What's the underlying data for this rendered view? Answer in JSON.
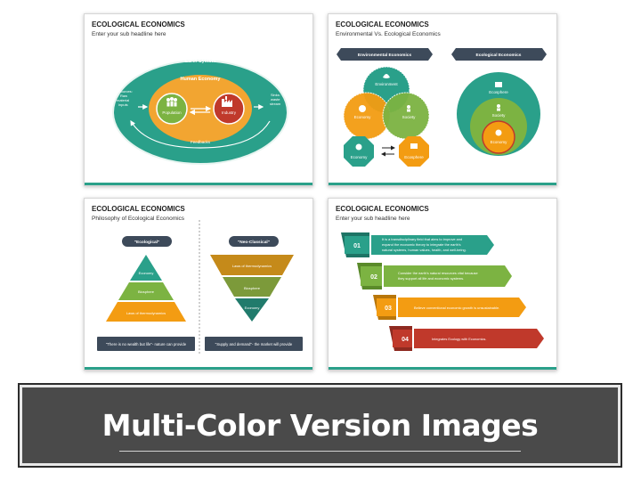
{
  "slides": [
    {
      "title": "ECOLOGICAL ECONOMICS",
      "subtitle": "Enter your sub headline here",
      "earth_system": "Earth System",
      "human_economy": "Human Economy",
      "population": "Population",
      "industry": "Industry",
      "sources": "Sources: Raw material inputs",
      "sinks": "Sinks: waste stream",
      "feedbacks": "Feedbacks"
    },
    {
      "title": "ECOLOGICAL ECONOMICS",
      "subtitle": "Environmental Vs. Ecological Economics",
      "left_header": "Environmental Economics",
      "right_header": "Ecological Economics",
      "environment": "Environment",
      "economy": "Economy",
      "society": "Society",
      "ecosphere": "Ecosphere",
      "colors": {
        "teal": "#2aa08a",
        "green": "#7cb342",
        "orange": "#f39c12",
        "dark": "#3d4a5a"
      }
    },
    {
      "title": "ECOLOGICAL ECONOMICS",
      "subtitle": "Philosophy of Ecological Economics",
      "left_header": "\"Ecological\"",
      "right_header": "\"Neo-Classical\"",
      "economy": "Economy",
      "biosphere": "Biosphere",
      "laws": "Laws of thermodynamics",
      "left_quote": "\"There is no wealth but life\"- nature can provide",
      "right_quote": "\"Supply and demand\"- the market will provide"
    },
    {
      "title": "ECOLOGICAL ECONOMICS",
      "subtitle": "Enter your sub headline here",
      "items": [
        {
          "num": "01",
          "text": "It is a transdisciplinary field that aims to improve and expand the economic theory to integrate the earth's natural systems, human values, health, and well-being."
        },
        {
          "num": "02",
          "text": "Consider the earth's natural resources vital because they support all life and economic systems."
        },
        {
          "num": "03",
          "text": "Believe conventional economic growth is unsustainable."
        },
        {
          "num": "04",
          "text": "Integrates Ecology with Economics."
        }
      ]
    }
  ],
  "banner": {
    "title": "Multi-Color Version Images"
  }
}
